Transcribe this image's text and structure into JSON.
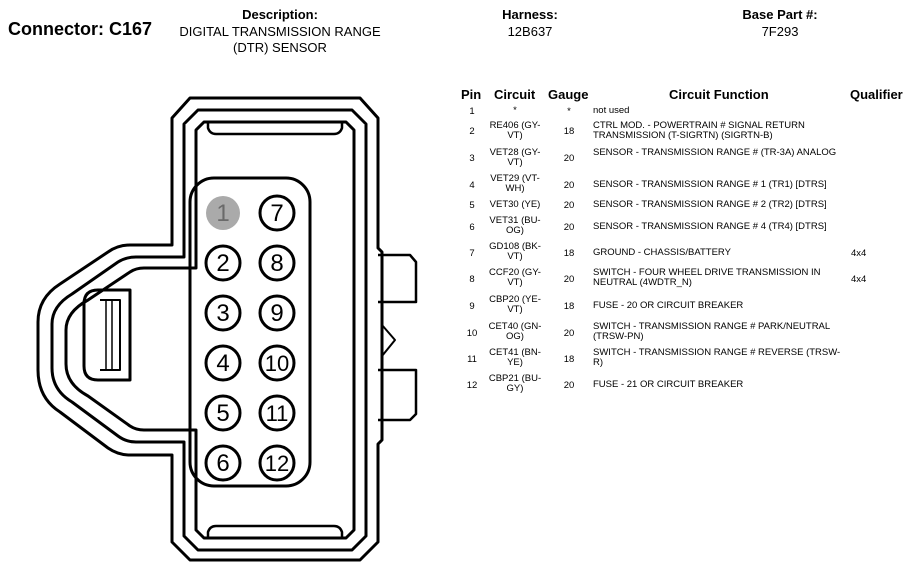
{
  "header": {
    "connector": "Connector: C167",
    "description_label": "Description:",
    "description_line1": "DIGITAL TRANSMISSION RANGE",
    "description_line2": "(DTR) SENSOR",
    "harness_label": "Harness:",
    "harness_value": "12B637",
    "base_part_label": "Base Part #:",
    "base_part_value": "7F293"
  },
  "table": {
    "columns": [
      "Pin",
      "Circuit",
      "Gauge",
      "Circuit Function",
      "Qualifier"
    ],
    "rows": [
      {
        "pin": "1",
        "circuit": "*",
        "gauge": "*",
        "function": "not used",
        "qualifier": ""
      },
      {
        "pin": "2",
        "circuit": "RE406 (GY-VT)",
        "gauge": "18",
        "function": "CTRL MOD. - POWERTRAIN # SIGNAL RETURN TRANSMISSION (T-SIGRTN) (SIGRTN-B)",
        "qualifier": ""
      },
      {
        "pin": "3",
        "circuit": "VET28 (GY-VT)",
        "gauge": "20",
        "function": "SENSOR - TRANSMISSION RANGE # (TR-3A) ANALOG",
        "qualifier": ""
      },
      {
        "pin": "4",
        "circuit": "VET29 (VT-WH)",
        "gauge": "20",
        "function": "SENSOR - TRANSMISSION RANGE # 1 (TR1) [DTRS]",
        "qualifier": ""
      },
      {
        "pin": "5",
        "circuit": "VET30 (YE)",
        "gauge": "20",
        "function": "SENSOR - TRANSMISSION RANGE # 2 (TR2) [DTRS]",
        "qualifier": ""
      },
      {
        "pin": "6",
        "circuit": "VET31 (BU-OG)",
        "gauge": "20",
        "function": "SENSOR - TRANSMISSION RANGE # 4 (TR4) [DTRS]",
        "qualifier": ""
      },
      {
        "pin": "7",
        "circuit": "GD108 (BK-VT)",
        "gauge": "18",
        "function": "GROUND - CHASSIS/BATTERY",
        "qualifier": "4x4"
      },
      {
        "pin": "8",
        "circuit": "CCF20 (GY-VT)",
        "gauge": "20",
        "function": "SWITCH - FOUR WHEEL DRIVE TRANSMISSION IN NEUTRAL (4WDTR_N)",
        "qualifier": "4x4"
      },
      {
        "pin": "9",
        "circuit": "CBP20 (YE-VT)",
        "gauge": "18",
        "function": "FUSE - 20 OR CIRCUIT BREAKER",
        "qualifier": ""
      },
      {
        "pin": "10",
        "circuit": "CET40 (GN-OG)",
        "gauge": "20",
        "function": "SWITCH - TRANSMISSION RANGE # PARK/NEUTRAL (TRSW-PN)",
        "qualifier": ""
      },
      {
        "pin": "11",
        "circuit": "CET41 (BN-YE)",
        "gauge": "18",
        "function": "SWITCH - TRANSMISSION RANGE # REVERSE (TRSW-R)",
        "qualifier": ""
      },
      {
        "pin": "12",
        "circuit": "CBP21 (BU-GY)",
        "gauge": "20",
        "function": "FUSE - 21 OR CIRCUIT BREAKER",
        "qualifier": ""
      }
    ]
  },
  "connector": {
    "pins": [
      "1",
      "2",
      "3",
      "4",
      "5",
      "6",
      "7",
      "8",
      "9",
      "10",
      "11",
      "12"
    ],
    "unused_pin_fill": "#aaaaaa"
  }
}
